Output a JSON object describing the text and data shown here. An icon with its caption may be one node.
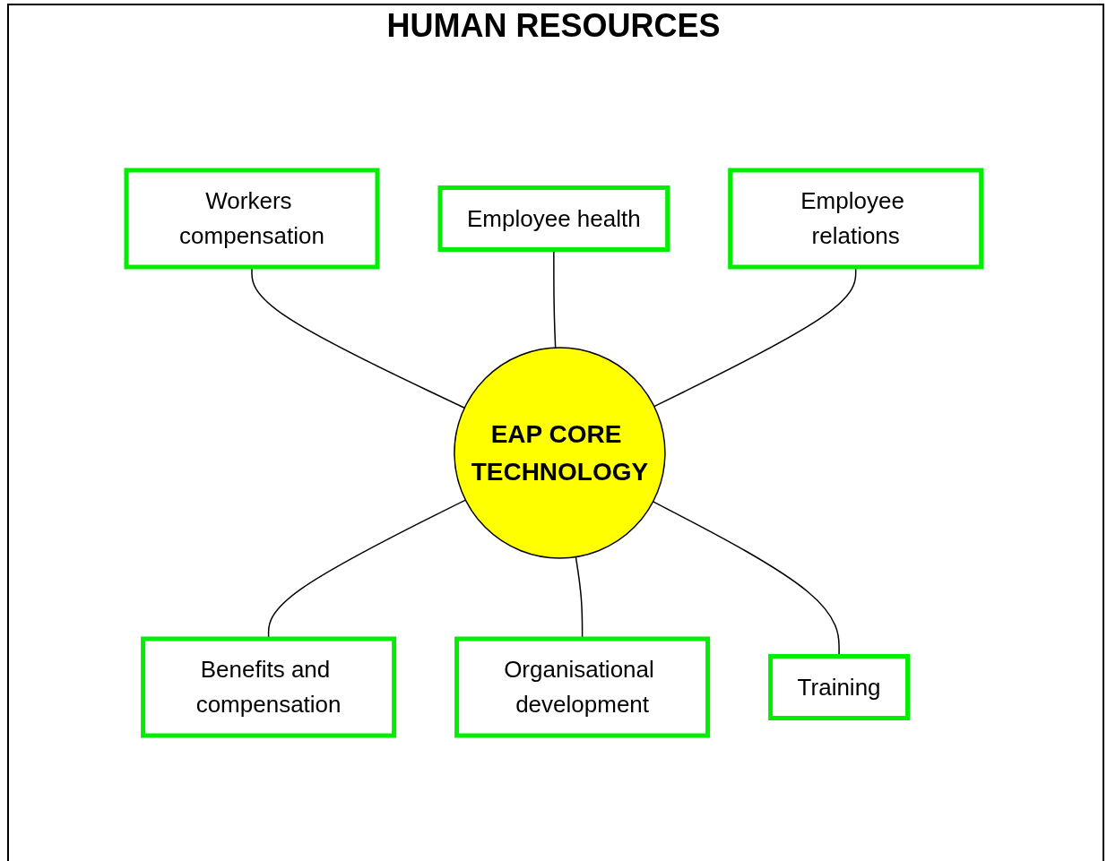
{
  "diagram": {
    "title": "HUMAN RESOURCES",
    "nodes": [
      {
        "text": [
          "Employee health"
        ]
      },
      {
        "text": [
          "Workers compensation"
        ]
      },
      {
        "text": [
          "Employee relations"
        ]
      },
      {
        "text": [
          "EAP CORE TECHNOLOGY"
        ]
      },
      {
        "text": [
          "Training"
        ]
      },
      {
        "text": [
          "Benefits and compensation"
        ]
      },
      {
        "text": [
          "Organisational development"
        ]
      }
    ],
    "edges": [
      {
        "from": 1,
        "to": 3,
        "arrow": "none"
      },
      {
        "from": 0,
        "to": 3,
        "arrow": "none"
      },
      {
        "from": 2,
        "to": 3,
        "arrow": "none"
      },
      {
        "from": 3,
        "to": 5,
        "arrow": "none"
      },
      {
        "from": 3,
        "to": 6,
        "arrow": "none"
      },
      {
        "from": 3,
        "to": 4,
        "arrow": "none"
      }
    ]
  }
}
